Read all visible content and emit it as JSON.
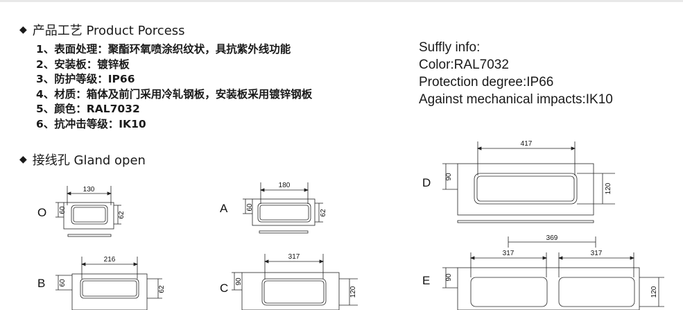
{
  "process": {
    "heading": "产品工艺 Product Porcess",
    "items": [
      "1、表面处理：聚酯环氧喷涂织纹状，具抗紫外线功能",
      "2、安装板：镀锌板",
      "3、防护等级：IP66",
      "4、材质：箱体及前门采用冷轧钢板，安装板采用镀锌钢板",
      "5、颜色：RAL7032",
      "6、抗冲击等级：IK10"
    ]
  },
  "supply": {
    "title": "Suffly info:",
    "color": "Color:RAL7032",
    "protection": "Protection degree:IP66",
    "impact": "Against mechanical impacts:IK10"
  },
  "gland": {
    "heading": "接线孔 Gland open",
    "diagrams": {
      "O": {
        "label": "O",
        "width": "130",
        "height_outer": "60",
        "height_inner": "62"
      },
      "A": {
        "label": "A",
        "width": "180",
        "height_outer": "60",
        "height_inner": "62"
      },
      "B": {
        "label": "B",
        "width": "216",
        "height_outer": "60",
        "height_inner": "62"
      },
      "C": {
        "label": "C",
        "width": "317",
        "height_outer": "90",
        "height_inner": "120"
      },
      "D": {
        "label": "D",
        "width": "417",
        "height_outer": "90",
        "height_inner": "120"
      },
      "E": {
        "label": "E",
        "width_total": "369",
        "width_left": "317",
        "width_right": "317",
        "height_outer": "90",
        "height_inner": "120"
      }
    }
  }
}
